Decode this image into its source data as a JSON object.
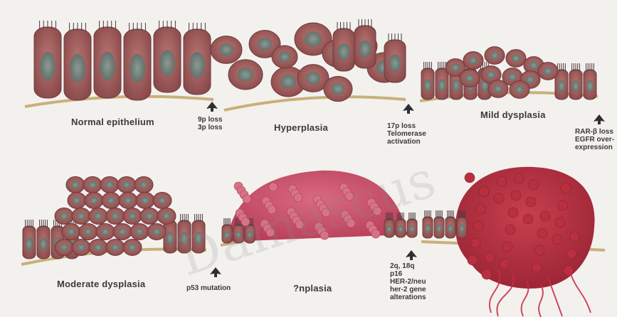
{
  "stages": [
    {
      "id": "normal",
      "label": "Normal epithelium"
    },
    {
      "id": "hyper",
      "label": "Hyperplasia"
    },
    {
      "id": "mild",
      "label": "Mild dysplasia"
    },
    {
      "id": "moderate",
      "label": "Moderate dysplasia"
    },
    {
      "id": "severe",
      "label": "?nplasia"
    },
    {
      "id": "invasive",
      "label": ""
    }
  ],
  "events": [
    {
      "id": "e1",
      "lines": [
        "9p loss",
        "3p loss"
      ]
    },
    {
      "id": "e2",
      "lines": [
        "17p loss",
        "Telomerase",
        "activation"
      ]
    },
    {
      "id": "e3",
      "lines": [
        "RAR-β loss",
        "EGFR over-",
        "expression"
      ]
    },
    {
      "id": "e4",
      "lines": [
        "p53 mutation"
      ]
    },
    {
      "id": "e5",
      "lines": [
        "2q, 18q",
        "p16",
        "HER-2/neu",
        "her-2 gene",
        "alterations"
      ]
    }
  ],
  "colors": {
    "background": "#f3f1ee",
    "cell": "#a8605e",
    "cell_dark": "#7a3f42",
    "nucleus": "#6f7f7a",
    "basement": "#c9b07a",
    "tumor": "#c64a62",
    "invasive": "#b8283a",
    "arrow": "#2f2f2f"
  },
  "watermark": "Damascus"
}
